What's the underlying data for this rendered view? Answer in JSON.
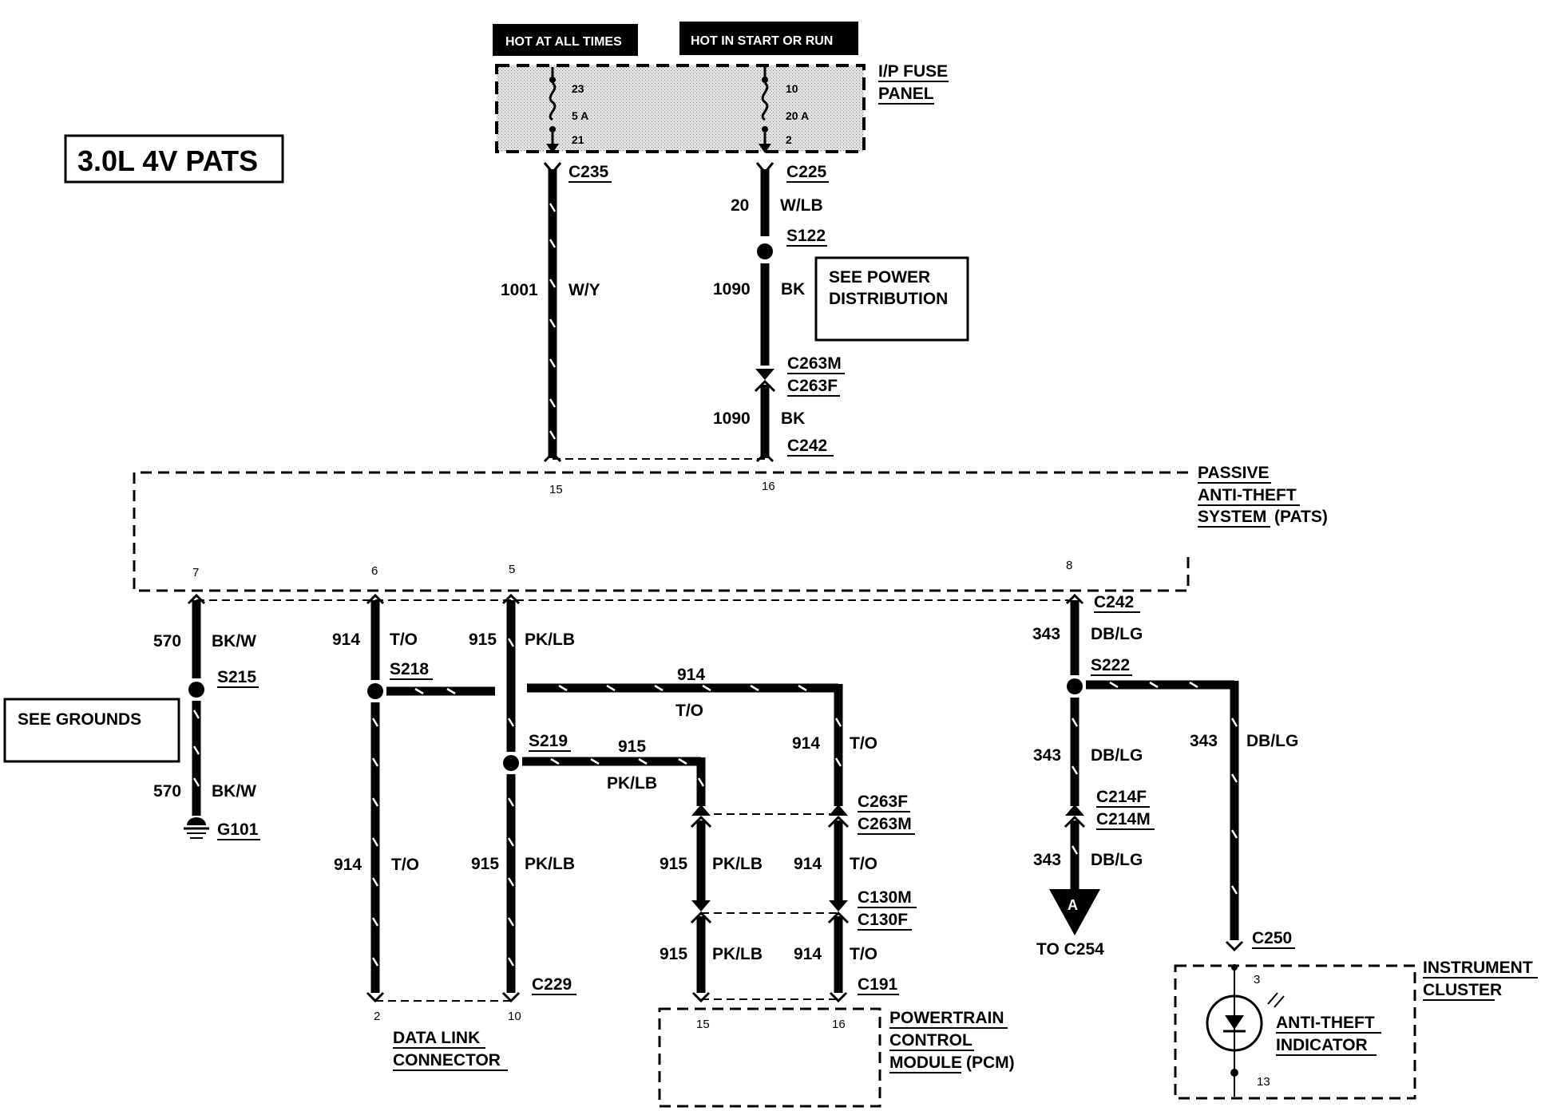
{
  "title": "3.0L 4V PATS",
  "header_left": "HOT AT ALL TIMES",
  "header_right": "HOT IN START OR RUN",
  "fuse_panel": {
    "line1": "I/P FUSE",
    "line2": "PANEL",
    "fuse_a": {
      "top": "23",
      "rating": "5 A",
      "bottom": "21"
    },
    "fuse_b": {
      "top": "10",
      "rating": "20 A",
      "bottom": "2"
    }
  },
  "connectors": {
    "c235": "C235",
    "c225": "C225",
    "s122": "S122",
    "c263m_top": "C263M",
    "c263f_top": "C263F",
    "c242_top": "C242",
    "c242_right": "C242",
    "s222": "S222",
    "c214f": "C214F",
    "c214m": "C214M",
    "c250": "C250",
    "s215": "S215",
    "g101": "G101",
    "s218": "S218",
    "s219": "S219",
    "c229": "C229",
    "c263f_mid": "C263F",
    "c263m_mid": "C263M",
    "c130m": "C130M",
    "c130f": "C130F",
    "c191": "C191"
  },
  "wires": {
    "w1001": {
      "num": "1001",
      "color": "W/Y"
    },
    "w20": {
      "num": "20",
      "color": "W/LB"
    },
    "w1090a": {
      "num": "1090",
      "color": "BK"
    },
    "w1090b": {
      "num": "1090",
      "color": "BK"
    },
    "w570a": {
      "num": "570",
      "color": "BK/W"
    },
    "w570b": {
      "num": "570",
      "color": "BK/W"
    },
    "w914a": {
      "num": "914",
      "color": "T/O"
    },
    "w914b": {
      "num": "914",
      "color": "T/O"
    },
    "w914h_num": "914",
    "w914h_color": "T/O",
    "w914c": {
      "num": "914",
      "color": "T/O"
    },
    "w914d": {
      "num": "914",
      "color": "T/O"
    },
    "w914e": {
      "num": "914",
      "color": "T/O"
    },
    "w915a": {
      "num": "915",
      "color": "PK/LB"
    },
    "w915b": {
      "num": "915",
      "color": "PK/LB"
    },
    "w915h_num": "915",
    "w915h_color": "PK/LB",
    "w915c": {
      "num": "915",
      "color": "PK/LB"
    },
    "w915d": {
      "num": "915",
      "color": "PK/LB"
    },
    "w343a": {
      "num": "343",
      "color": "DB/LG"
    },
    "w343b": {
      "num": "343",
      "color": "DB/LG"
    },
    "w343c": {
      "num": "343",
      "color": "DB/LG"
    },
    "w343d": {
      "num": "343",
      "color": "DB/LG"
    }
  },
  "pats": {
    "line1": "PASSIVE",
    "line2": "ANTI-THEFT",
    "line3a": "SYSTEM",
    "line3b": "(PATS)",
    "pins": {
      "p15": "15",
      "p16": "16",
      "p7": "7",
      "p6": "6",
      "p5": "5",
      "p8": "8"
    }
  },
  "see_power": {
    "line1": "SEE POWER",
    "line2": "DISTRIBUTION"
  },
  "see_grounds": "SEE GROUNDS",
  "dlc": {
    "line1": "DATA LINK",
    "line2": "CONNECTOR",
    "pin2": "2",
    "pin10": "10"
  },
  "pcm": {
    "line1": "POWERTRAIN",
    "line2": "CONTROL",
    "line3a": "MODULE",
    "line3b": "(PCM)",
    "pin15": "15",
    "pin16": "16"
  },
  "to_c254": {
    "letter": "A",
    "label": "TO C254"
  },
  "cluster": {
    "line1": "INSTRUMENT",
    "line2": "CLUSTER",
    "ind1": "ANTI-THEFT",
    "ind2": "INDICATOR",
    "pin3": "3",
    "pin13": "13"
  }
}
